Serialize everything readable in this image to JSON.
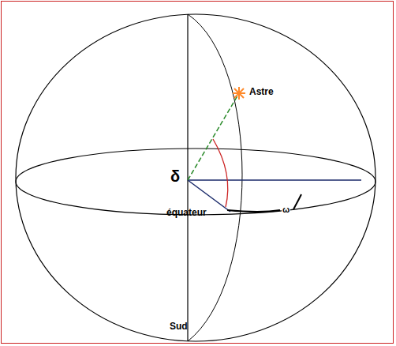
{
  "diagram": {
    "labels": [
      "Astre",
      "δ",
      "équateur",
      "ω",
      "Sud"
    ]
  }
}
